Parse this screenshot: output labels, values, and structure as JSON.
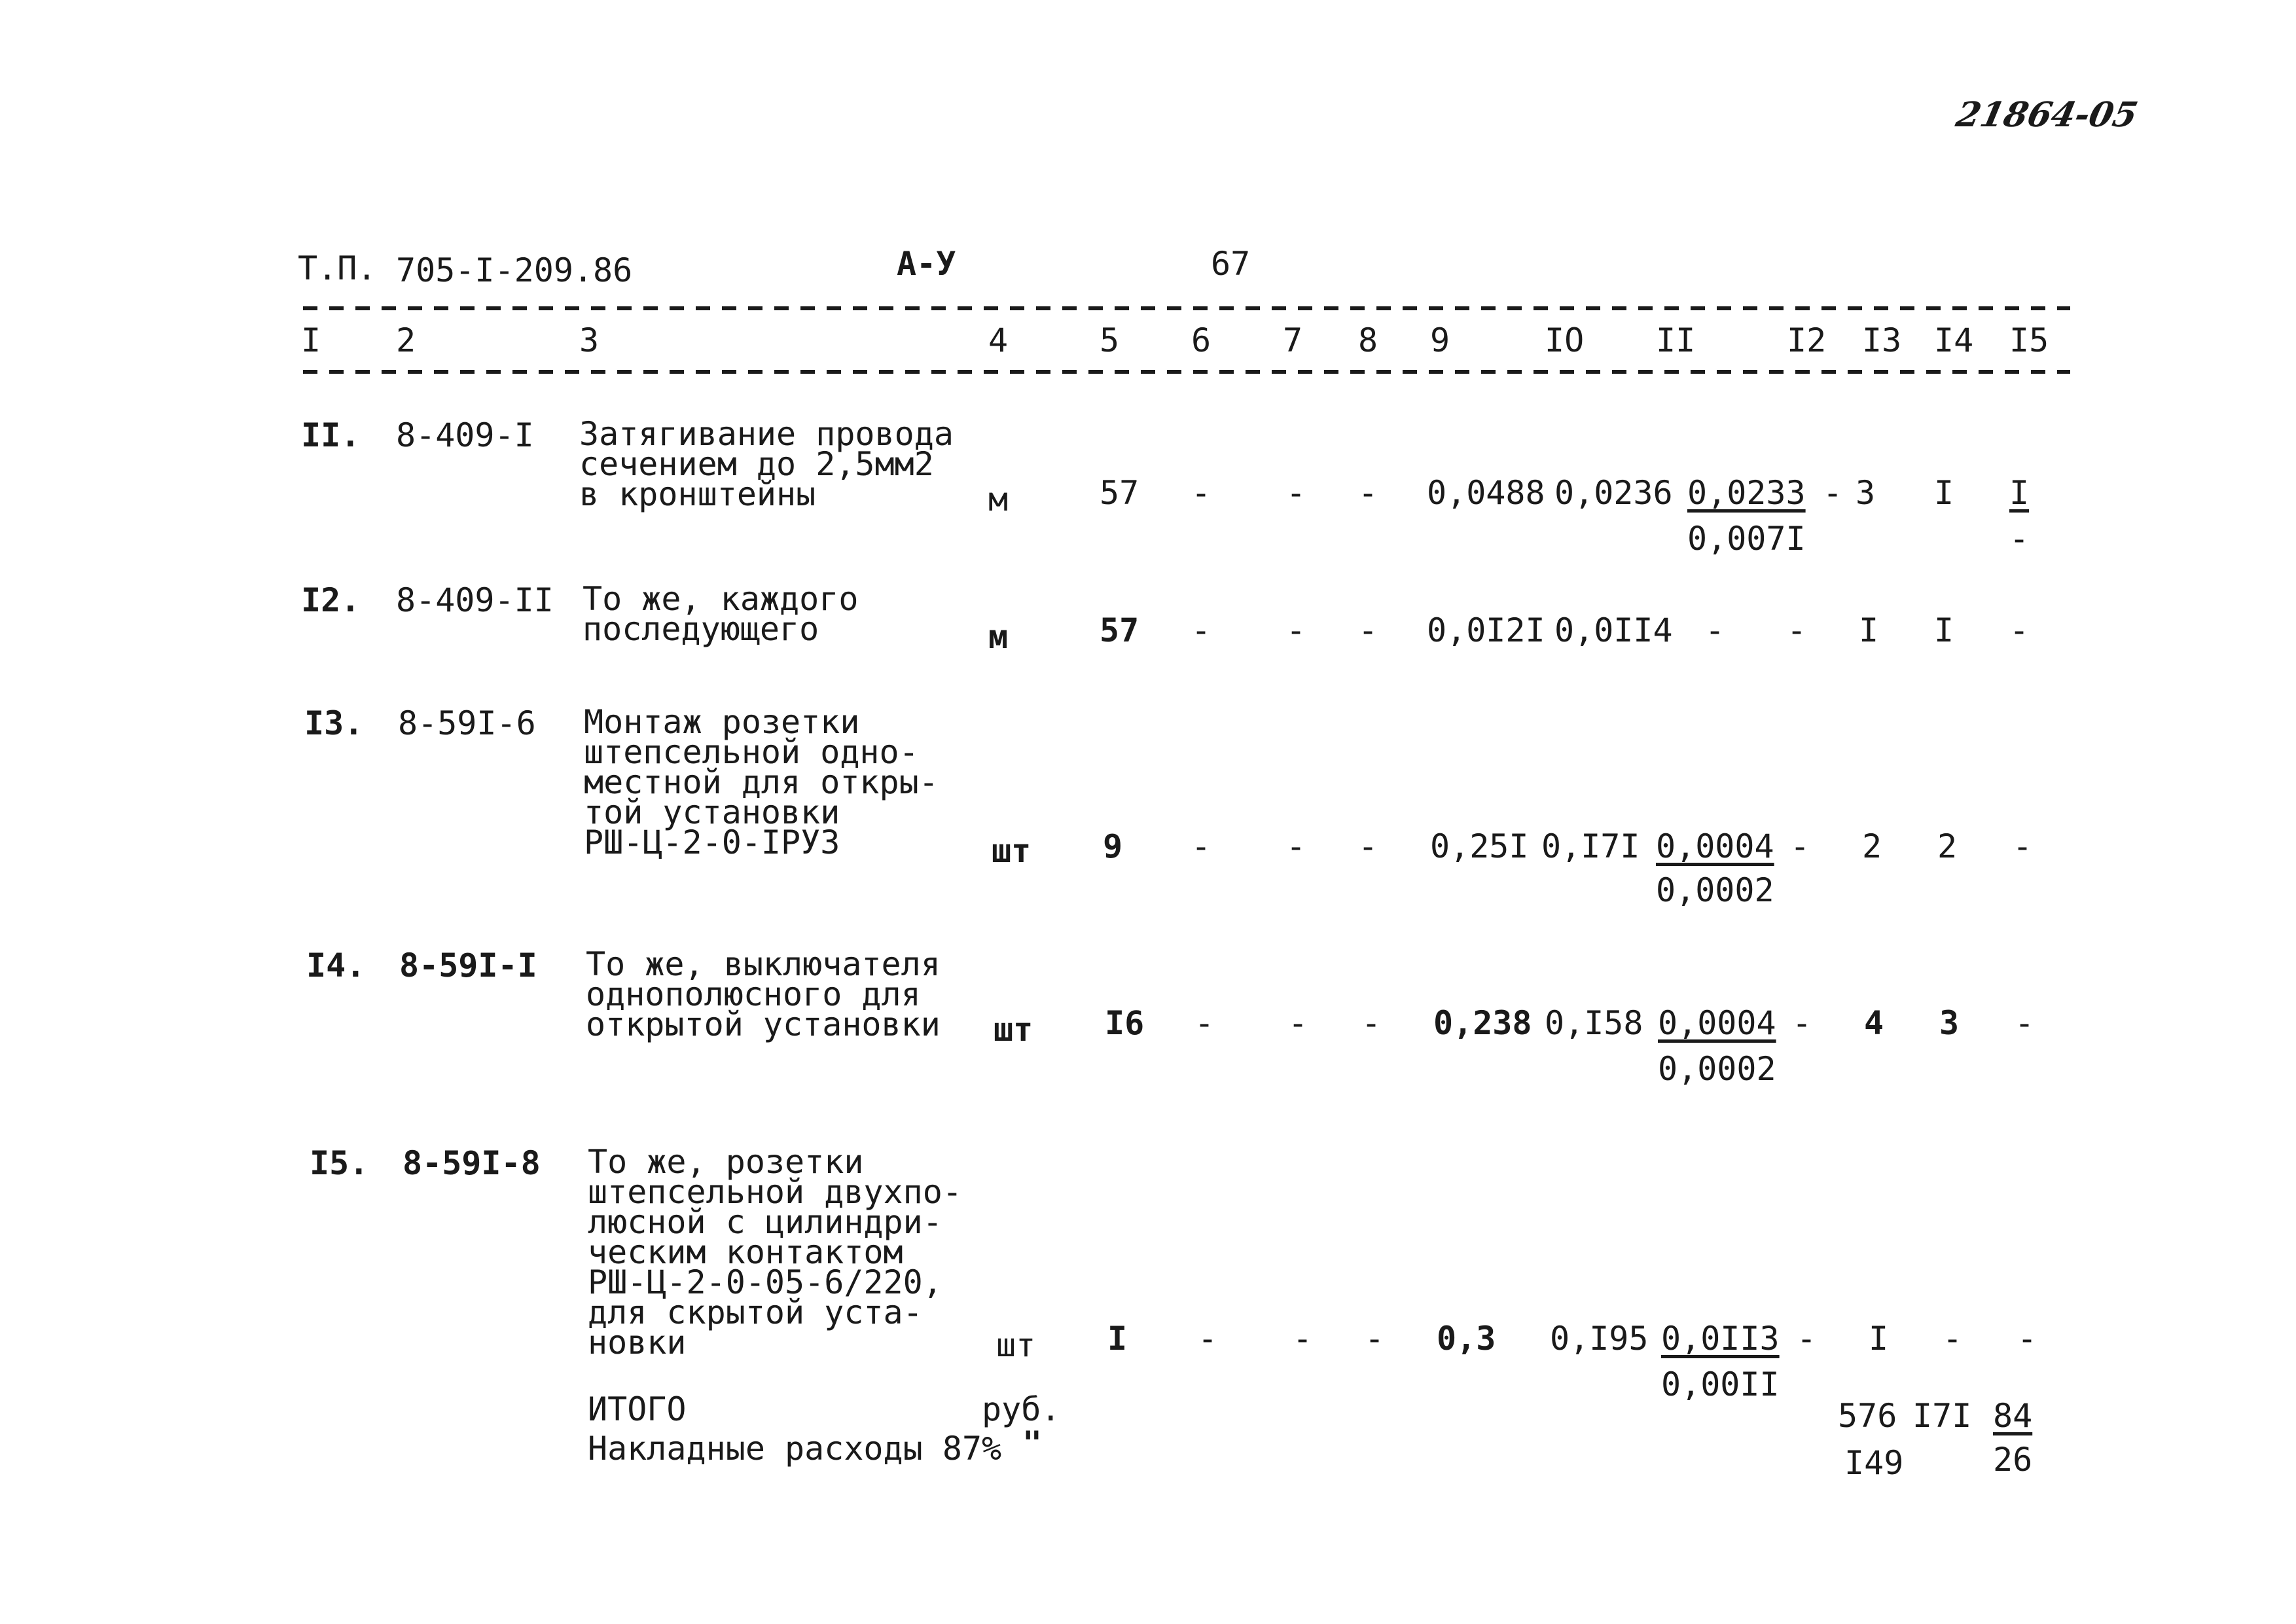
{
  "corner_mark": "21864-05",
  "header": {
    "label": "Т.П.",
    "project": "705-I-209.86",
    "section": "А-У",
    "page": "67"
  },
  "columns": [
    "I",
    "2",
    "3",
    "4",
    "5",
    "6",
    "7",
    "8",
    "9",
    "IO",
    "II",
    "I2",
    "I3",
    "I4",
    "I5"
  ],
  "rows": [
    {
      "num": "II.",
      "code": "8-409-I",
      "desc": "Затягивание провода\nсечением до 2,5мм2\nв кронштейны",
      "unit": "м",
      "qty": "57",
      "c6": "-",
      "c7": "-",
      "c8": "-",
      "c9": "0,0488",
      "c10": "0,0236",
      "c11_top": "0,0233",
      "c11_bottom": "0,007I",
      "c12": "-",
      "c13": "3",
      "c14": "I",
      "c15_top": "I",
      "c15_bottom": "-"
    },
    {
      "num": "I2.",
      "code": "8-409-II",
      "desc": "То же, каждого\nпоследующего",
      "unit": "м",
      "qty": "57",
      "c6": "-",
      "c7": "-",
      "c8": "-",
      "c9": "0,0I2I",
      "c10": "0,0II4",
      "c11_top": "-",
      "c11_bottom": "",
      "c12": "-",
      "c13": "I",
      "c14": "I",
      "c15_top": "-",
      "c15_bottom": ""
    },
    {
      "num": "I3.",
      "code": "8-59I-6",
      "desc": "Монтаж розетки\nштепсельной одно-\nместной для откры-\nтой установки\nРШ-Ц-2-0-IРУЗ",
      "unit": "шт",
      "qty": "9",
      "c6": "-",
      "c7": "-",
      "c8": "-",
      "c9": "0,25I",
      "c10": "0,I7I",
      "c11_top": "0,0004",
      "c11_bottom": "0,0002",
      "c12": "-",
      "c13": "2",
      "c14": "2",
      "c15_top": "-",
      "c15_bottom": ""
    },
    {
      "num": "I4.",
      "code": "8-59I-I",
      "desc": "То же, выключателя\nоднополюсного для\nоткрытой установки",
      "unit": "шт",
      "qty": "I6",
      "c6": "-",
      "c7": "-",
      "c8": "-",
      "c9": "0,238",
      "c10": "0,I58",
      "c11_top": "0,0004",
      "c11_bottom": "0,0002",
      "c12": "-",
      "c13": "4",
      "c14": "3",
      "c15_top": "-",
      "c15_bottom": ""
    },
    {
      "num": "I5.",
      "code": "8-59I-8",
      "desc": "То же, розетки\nштепсельной двухпо-\nлюсной с цилиндри-\nческим контактом\nРШ-Ц-2-0-05-6/220,\nдля скрытой уста-\nновки",
      "unit": "шт",
      "qty": "I",
      "c6": "-",
      "c7": "-",
      "c8": "-",
      "c9": "0,3",
      "c10": "0,I95",
      "c11_top": "0,0II3",
      "c11_bottom": "0,00II",
      "c12": "-",
      "c13": "I",
      "c14": "-",
      "c15_top": "-",
      "c15_bottom": ""
    }
  ],
  "totals": {
    "itogo_label": "ИТОГО",
    "unit": "руб.",
    "overhead_label": "Накладные расходы 87%",
    "overhead_mark": "\"",
    "c13": "576",
    "c14": "I7I",
    "c15": "84",
    "overhead_c13": "I49",
    "overhead_c15": "26"
  }
}
